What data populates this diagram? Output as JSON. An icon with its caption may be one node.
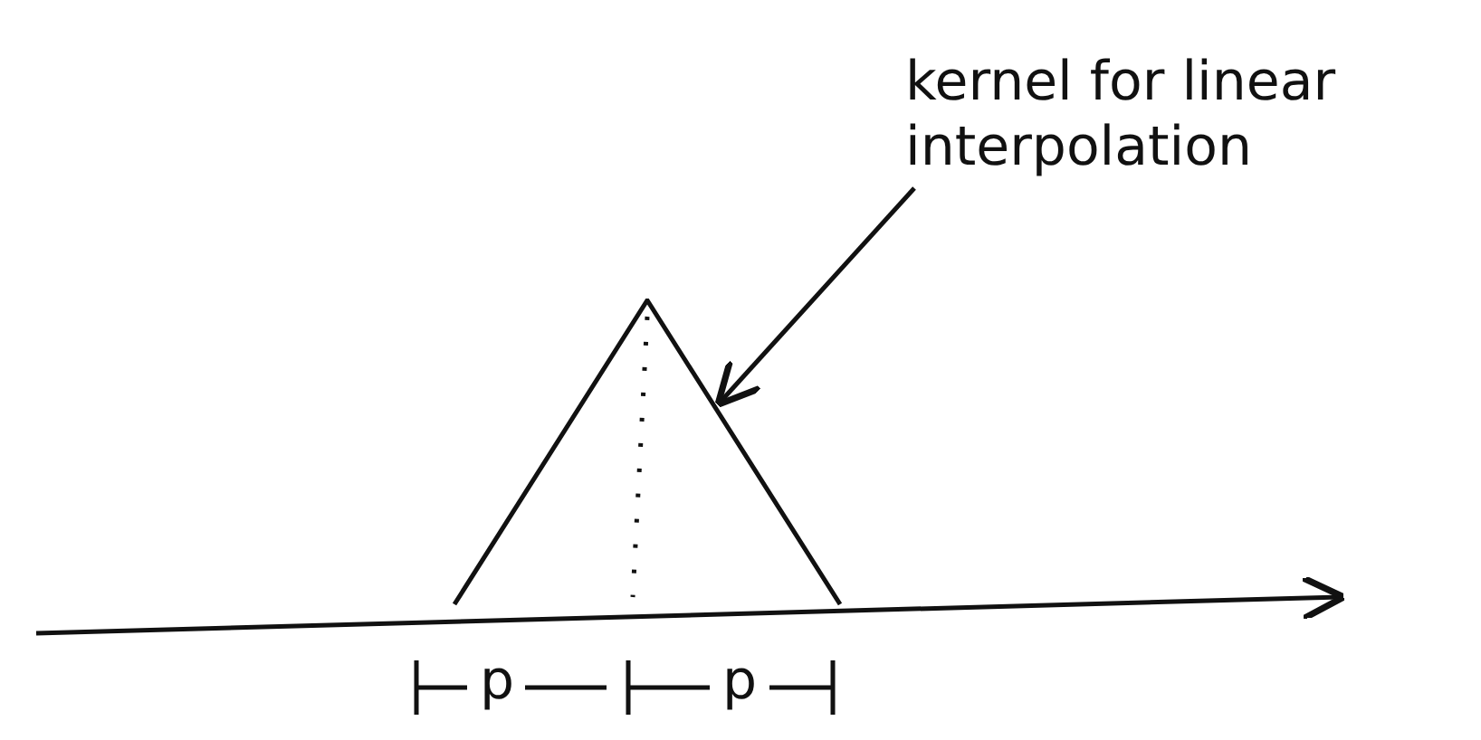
{
  "diagram": {
    "nodes": [
      {
        "text": [
          "kernel for linear interpolation"
        ]
      },
      {
        "text": [],
        "shape": "triangle"
      }
    ],
    "edges": [
      {
        "from": 0,
        "to": 1,
        "arrow": "to"
      }
    ],
    "labels": [
      "p",
      "p"
    ]
  }
}
